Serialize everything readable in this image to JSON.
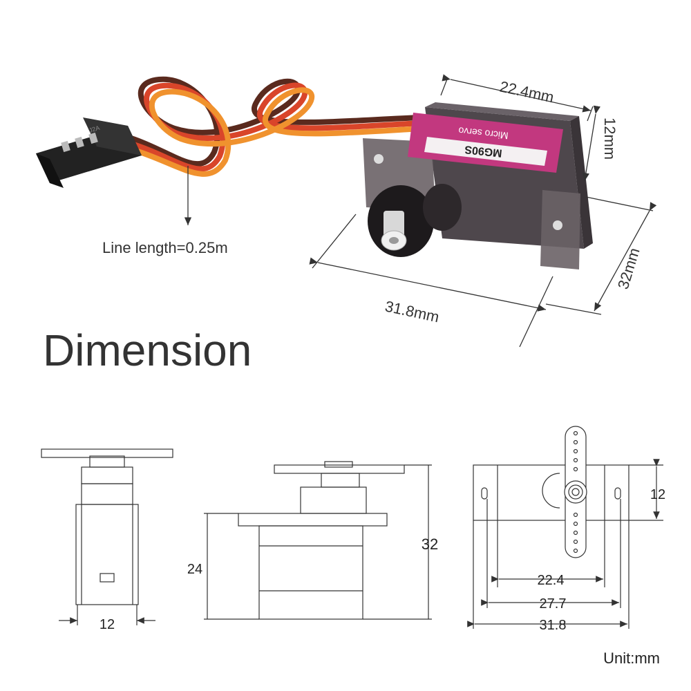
{
  "labels": {
    "width_top": "22.4mm",
    "height_right": "12mm",
    "depth_right": "32mm",
    "length_bottom": "31.8mm",
    "line_length": "Line length=0.25m",
    "servo_model": "MG90S",
    "servo_sub": "Micro servo",
    "connector_mark": "J2A"
  },
  "title": "Dimension",
  "drawings": {
    "side_width": "12",
    "front_height": "24",
    "front_total": "32",
    "top_height": "12",
    "top_a": "22.4",
    "top_b": "27.7",
    "top_c": "31.8"
  },
  "unit": "Unit:mm",
  "colors": {
    "servo_pink": "#c2387f",
    "wire_brown": "#5a2a1e",
    "wire_red": "#d9452a",
    "wire_orange": "#f0922e",
    "body_gray": "#5a5358"
  }
}
